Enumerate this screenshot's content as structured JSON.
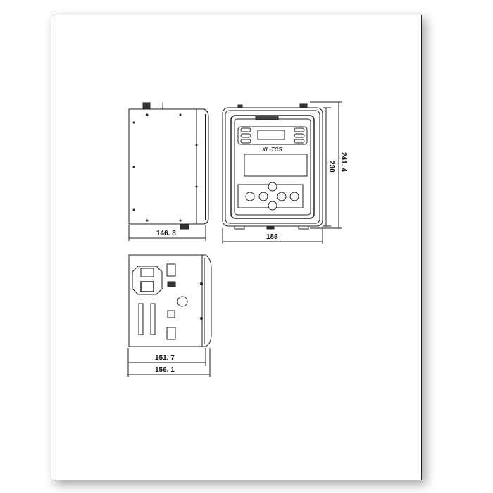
{
  "drawing": {
    "model_label": "XL-TCS",
    "dimensions": {
      "side_depth": "146. 8",
      "front_width": "185",
      "front_height": "230",
      "front_height_overall": "241. 4",
      "rear_width": "151. 7",
      "rear_width_overall": "156. 1"
    }
  }
}
